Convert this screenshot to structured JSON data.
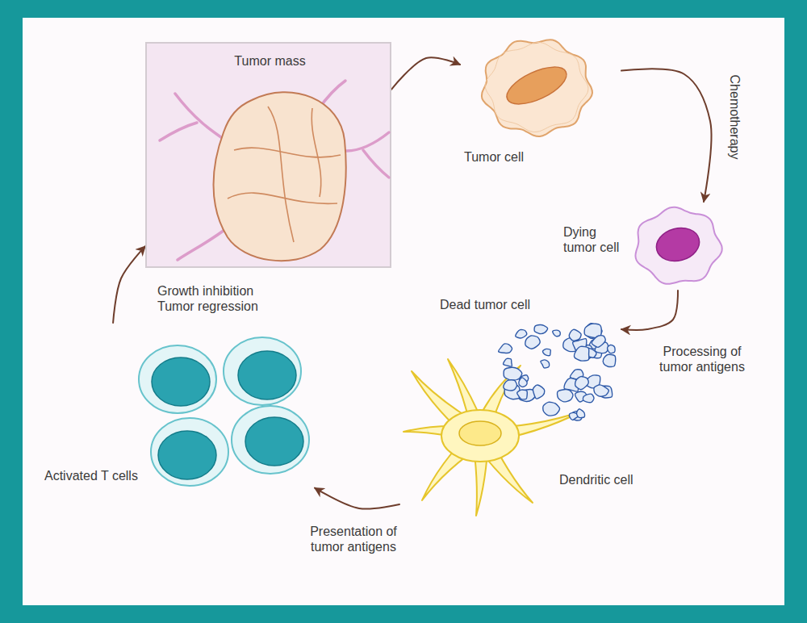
{
  "diagram": {
    "nodes": [
      {
        "text": [
          "Tumor mass"
        ]
      },
      {
        "text": [
          "Tumor cell"
        ]
      },
      {
        "text": [
          "Dying tumor cell"
        ]
      },
      {
        "text": [
          "Dead tumor cell"
        ]
      },
      {
        "text": [
          "Dendritic cell"
        ]
      },
      {
        "text": [
          "Activated T cells"
        ]
      }
    ],
    "edges": [
      {
        "from": 0,
        "to": 1,
        "arrow": "to"
      },
      {
        "from": 1,
        "to": 2,
        "label": "Chemotherapy",
        "arrow": "to"
      },
      {
        "from": 2,
        "to": 3,
        "label": "Processing of tumor antigens",
        "arrow": "to"
      },
      {
        "from": 4,
        "to": 5,
        "label": "Presentation of tumor antigens",
        "arrow": "to"
      },
      {
        "from": 5,
        "to": 0,
        "label": "Growth inhibition Tumor regression",
        "arrow": "to"
      }
    ]
  }
}
